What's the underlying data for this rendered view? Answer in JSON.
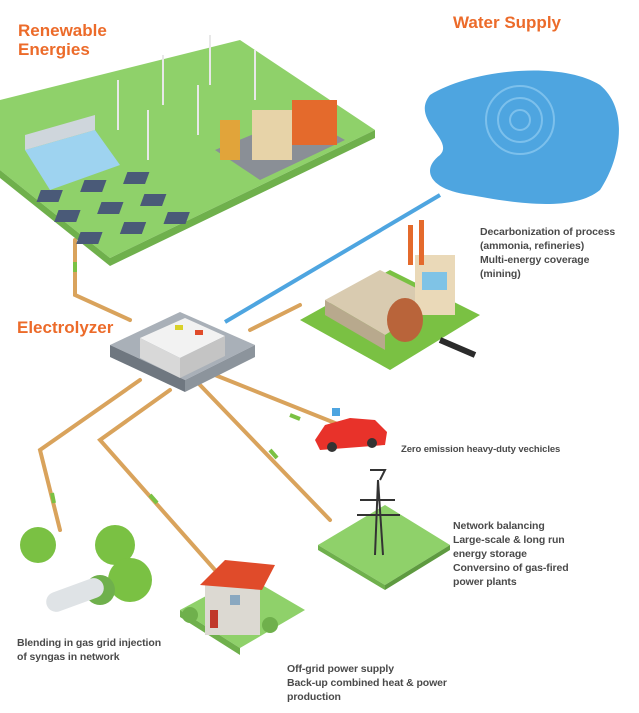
{
  "titles": {
    "renewable": "Renewable\nEnergies",
    "water": "Water Supply",
    "electrolyzer": "Electrolyzer"
  },
  "notes": {
    "industry": "Decarbonization of process\n(ammonia, refineries)\nMulti-energy coverage\n(mining)",
    "vehicles": "Zero emission heavy-duty vechicles",
    "grid": "Network balancing\nLarge-scale & long run\nenergy storage\nConversino of gas-fired\npower plants",
    "gas": "Blending in gas grid injection\nof syngas in network",
    "offgrid": "Off-grid  power supply\nBack-up combined heat & power\nproduction"
  },
  "colors": {
    "title": "#ec6b2a",
    "pipe": "#d9a35c",
    "pipe_accent": "#7ac143",
    "water": "#4ea5e0",
    "ground": "#8fd16a"
  }
}
